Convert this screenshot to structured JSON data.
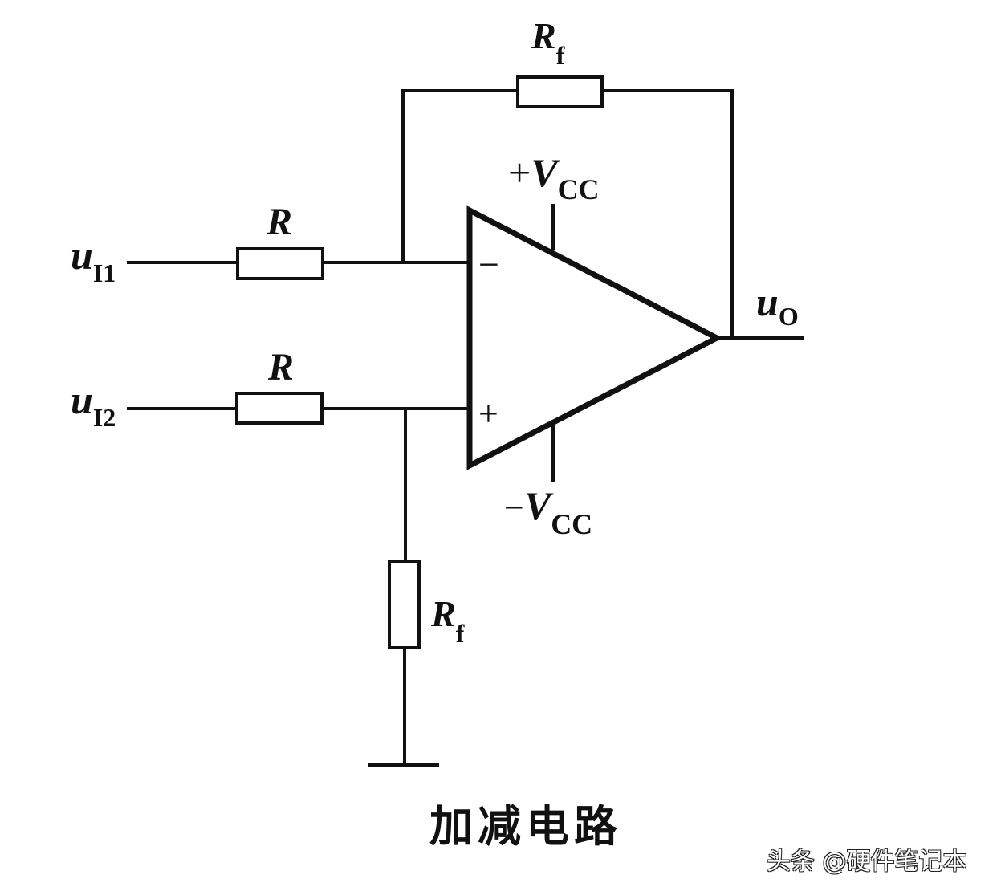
{
  "diagram": {
    "title": "加减电路",
    "watermark": "头条 @硬件笔记本",
    "components": {
      "feedback_resistor": {
        "label": "R",
        "subscript": "f"
      },
      "input1_resistor": {
        "label": "R"
      },
      "input2_resistor": {
        "label": "R"
      },
      "ground_resistor": {
        "label": "R",
        "subscript": "f"
      }
    },
    "inputs": [
      {
        "label": "u",
        "subscript": "I1"
      },
      {
        "label": "u",
        "subscript": "I2"
      }
    ],
    "output": {
      "label": "u",
      "subscript": "O"
    },
    "supply": {
      "positive": {
        "sign": "+",
        "label": "V",
        "subscript": "CC"
      },
      "negative": {
        "sign": "−",
        "label": "V",
        "subscript": "CC"
      }
    },
    "opamp": {
      "inverting_symbol": "−",
      "noninverting_symbol": "+"
    }
  }
}
